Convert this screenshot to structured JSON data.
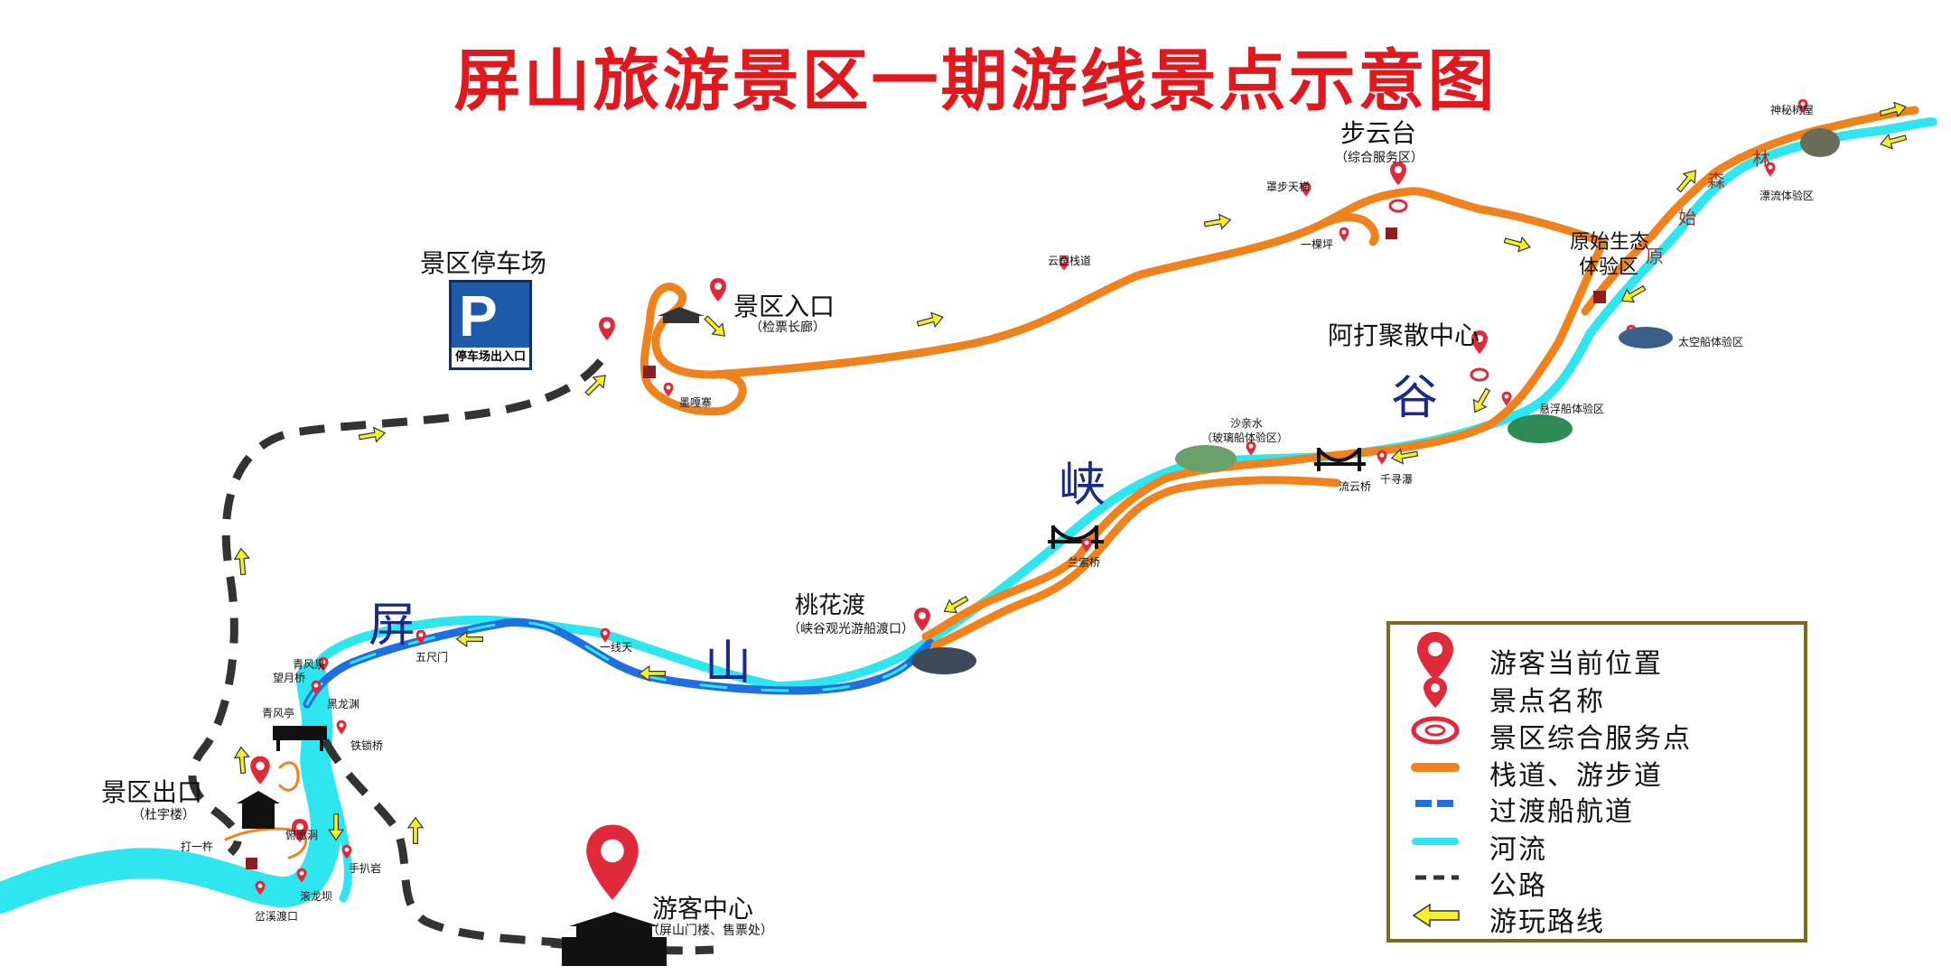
{
  "title": "屏山旅游景区一期游线景点示意图",
  "valley_chars": [
    "屏",
    "山",
    "峡",
    "谷"
  ],
  "forest_chars": [
    "原",
    "始",
    "森",
    "林"
  ],
  "parking": {
    "name": "景区停车场",
    "icon_letter": "P",
    "sign_text": "停车场出入口"
  },
  "major_places": {
    "entrance": {
      "name": "景区入口",
      "sub": "（检票长廊）"
    },
    "buyuntai": {
      "name": "步云台",
      "sub": "（综合服务区）"
    },
    "yuanshi": {
      "name_line1": "原始生态",
      "name_line2": "体验区"
    },
    "ada": {
      "name": "阿打聚散中心"
    },
    "taohuadu": {
      "name": "桃花渡",
      "sub": "（峡谷观光游船渡口）"
    },
    "exit": {
      "name": "景区出口",
      "sub": "（杜宇楼）"
    },
    "visitor_center": {
      "name": "游客中心",
      "sub": "（屏山门楼、售票处）"
    }
  },
  "small_places": {
    "shenmishuwu": "神秘树屋",
    "piaoliu": "漂流体验区",
    "taikongchuan": "太空船体验区",
    "xuanfuchuan": "悬浮船体验区",
    "shaqinshui": "沙亲水",
    "boliban": "（玻璃船体验区）",
    "qianxunpu": "千寻瀑",
    "liuyunqiao": "流云桥",
    "lansuoqiao": "兰索桥",
    "zhaobutianti": "罩步天梯",
    "yikeping": "一棵坪",
    "yunzhanzhandao": "云罡栈道",
    "moguzhai": "墨嘎寨",
    "yixiantian": "一线天",
    "wuchimen": "五尺门",
    "qingfengquan": "青风泉",
    "wangyueqiao": "望月桥",
    "qingfengting": "青风亭",
    "heilongyuan": "黑龙渊",
    "tiesuoqiao": "铁锁桥",
    "fuyuandong": "俯愿洞",
    "dayijian": "打一杵",
    "shoupayan": "手扒岩",
    "gunlongba": "滚龙坝",
    "chaxidukou": "岔溪渡口"
  },
  "legend": {
    "items": [
      {
        "label": "游客当前位置",
        "symbol": "current-location"
      },
      {
        "label": "景点名称",
        "symbol": "poi-pin"
      },
      {
        "label": "景区综合服务点",
        "symbol": "service-ring"
      },
      {
        "label": "栈道、游步道",
        "symbol": "orange-line"
      },
      {
        "label": "过渡船航道",
        "symbol": "blue-dash"
      },
      {
        "label": "河流",
        "symbol": "cyan-line"
      },
      {
        "label": "公路",
        "symbol": "road-dash"
      },
      {
        "label": "游玩路线",
        "symbol": "yellow-arrow"
      }
    ]
  },
  "colors": {
    "title": "#e0191f",
    "trail": "#f0821e",
    "river": "#2ee6f0",
    "boat_route": "#1f6fe0",
    "road": "#333333",
    "arrow": "#f5f02a",
    "pin": "#e02a3c",
    "valley_text": "#1b2a8a",
    "forest_text": "#b2281e",
    "legend_border": "#7a6b1f"
  }
}
